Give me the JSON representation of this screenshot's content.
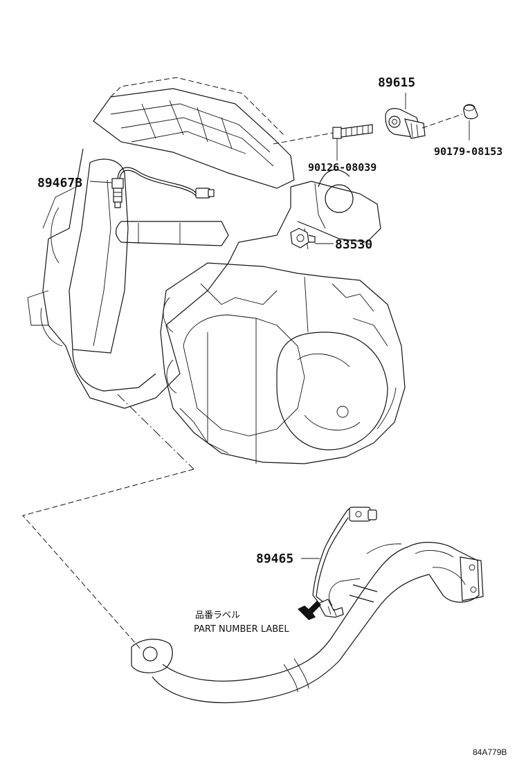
{
  "diagram": {
    "parts": {
      "p89615": "89615",
      "p90179": "90179-08153",
      "p90126": "90126-08039",
      "p89467B": "89467B",
      "p83530": "83530",
      "p89465": "89465"
    },
    "part_number_label": {
      "jp": "品番ラベル",
      "en": "PART NUMBER LABEL"
    },
    "drawing_code": "84A779B"
  }
}
